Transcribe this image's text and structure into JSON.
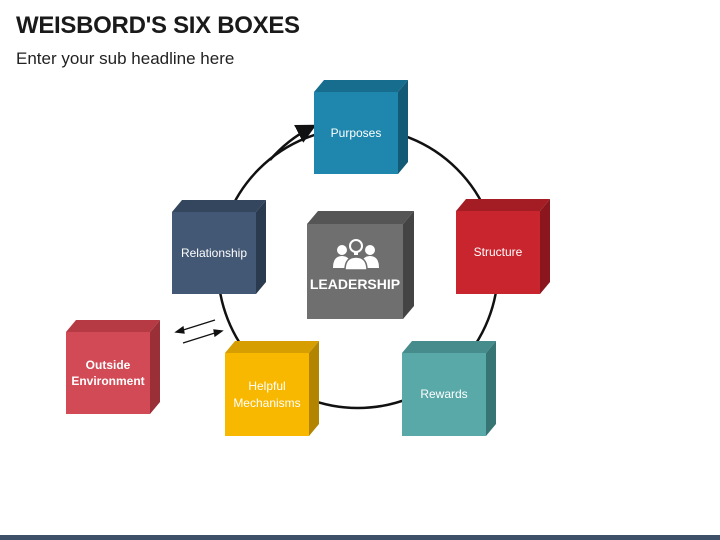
{
  "header": {
    "title": "WEISBORD'S SIX BOXES",
    "subtitle": "Enter your sub headline here"
  },
  "boxes": {
    "purposes": {
      "label": "Purposes",
      "color": "#1f87ad"
    },
    "structure": {
      "label": "Structure",
      "color": "#c8252e"
    },
    "rewards": {
      "label": "Rewards",
      "color": "#5aa9a9"
    },
    "helpful": {
      "label": "Helpful Mechanisms",
      "color": "#f9b800"
    },
    "relationship": {
      "label": "Relationship",
      "color": "#425874"
    },
    "outside": {
      "label": "Outside Environment",
      "color": "#d14a55"
    },
    "leadership": {
      "label": "LEADERSHIP",
      "color": "#6f6f6f",
      "icon": "team-leader-icon"
    }
  },
  "colors": {
    "circle": "#111111",
    "bottom_bar": "#3e5068"
  }
}
